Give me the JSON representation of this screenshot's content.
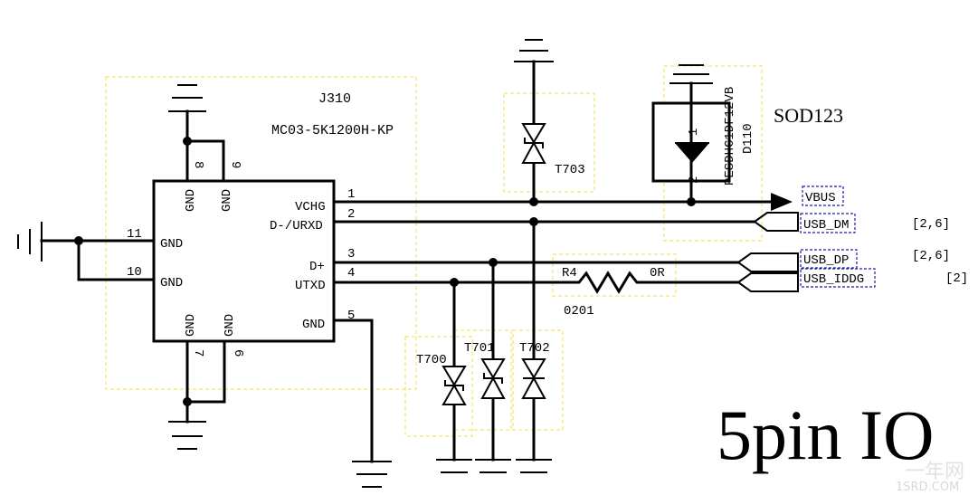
{
  "connector": {
    "ref": "J310",
    "part": "MC03-5K1200H-KP",
    "pins": {
      "p1": "1",
      "p2": "2",
      "p3": "3",
      "p4": "4",
      "p5": "5",
      "p6": "6",
      "p7": "7",
      "p8": "8",
      "p9": "9",
      "p10": "10",
      "p11": "11"
    },
    "pin_names": {
      "vchg": "VCHG",
      "dm": "D-/URXD",
      "dp": "D+",
      "utxd": "UTXD",
      "gnd": "GND"
    }
  },
  "protection": {
    "diode_ref": "D110",
    "diode_part": "PESDHC1DF12VB",
    "diode_pkg": "SOD123",
    "diode_pin1": "1",
    "diode_pin2": "2",
    "tvs": [
      "T700",
      "T701",
      "T702",
      "T703"
    ]
  },
  "resistor": {
    "ref": "R4",
    "value": "0R",
    "pkg": "0201"
  },
  "nets": {
    "vbus": "VBUS",
    "usb_dm": "USB_DM",
    "usb_dp": "USB_DP",
    "usb_iddg": "USB_IDDG"
  },
  "refs": {
    "dm": "[2,6]",
    "dp": "[2,6]",
    "iddg": "[2]"
  },
  "title": "5pin IO",
  "watermark": {
    "line1": "一年网",
    "line2": "1SRD.COM"
  }
}
